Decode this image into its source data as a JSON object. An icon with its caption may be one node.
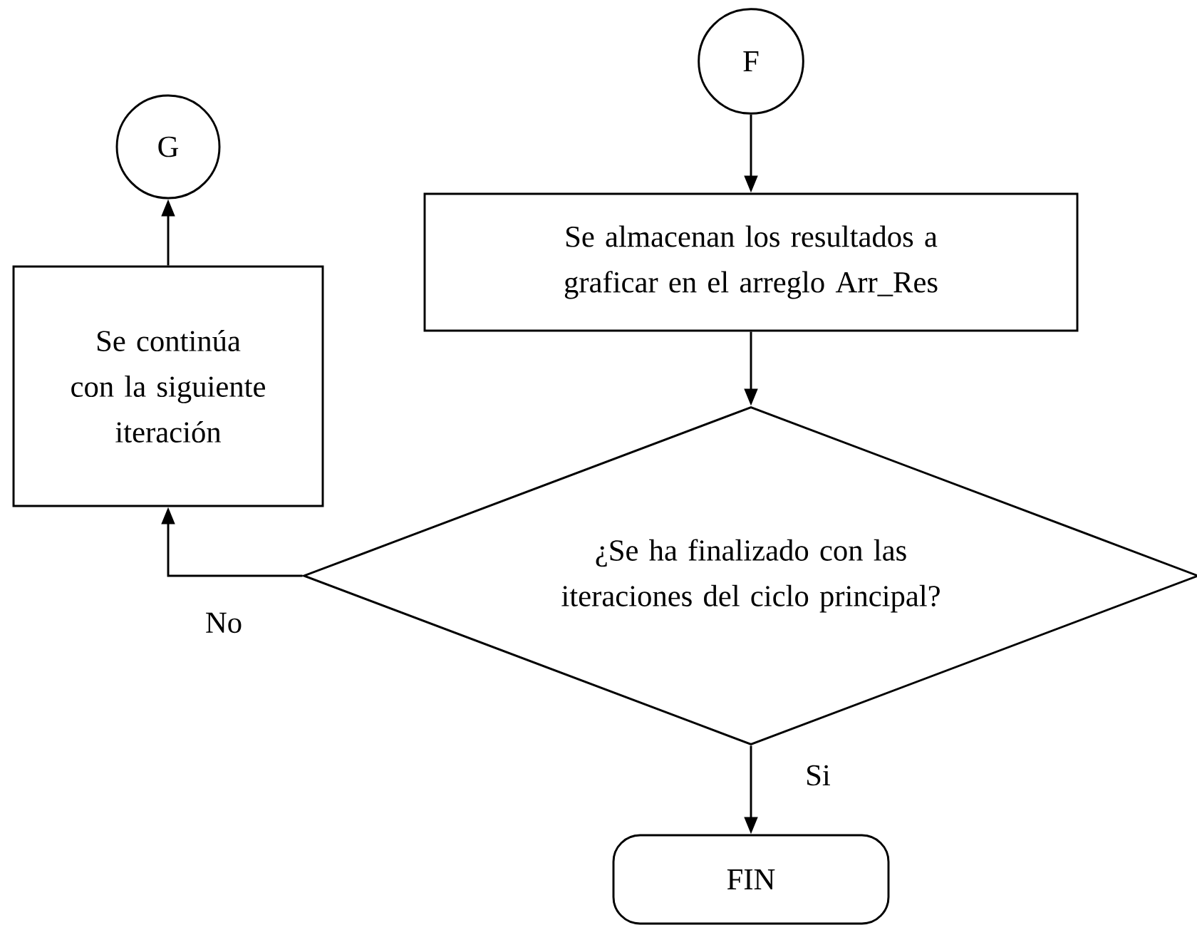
{
  "diagram": {
    "nodes": [
      {
        "text": [
          "F"
        ]
      },
      {
        "text": [
          "G"
        ]
      },
      {
        "text": [
          "Se almacenan los resultados a graficar en el arreglo Arr_Res"
        ]
      },
      {
        "text": [
          "Se continúa con la siguiente iteración"
        ]
      },
      {
        "text": [
          "¿Se ha finalizado con las iteraciones del ciclo principal?"
        ]
      },
      {
        "text": [
          "FIN"
        ]
      }
    ],
    "edges": [
      {
        "from": 0,
        "to": 2,
        "arrow": "to"
      },
      {
        "from": 2,
        "to": 4,
        "arrow": "to"
      },
      {
        "from": 4,
        "to": 3,
        "arrow": "to",
        "label": "No"
      },
      {
        "from": 3,
        "to": 1,
        "arrow": "to"
      },
      {
        "from": 4,
        "to": 5,
        "arrow": "to",
        "label": "Si"
      }
    ]
  }
}
